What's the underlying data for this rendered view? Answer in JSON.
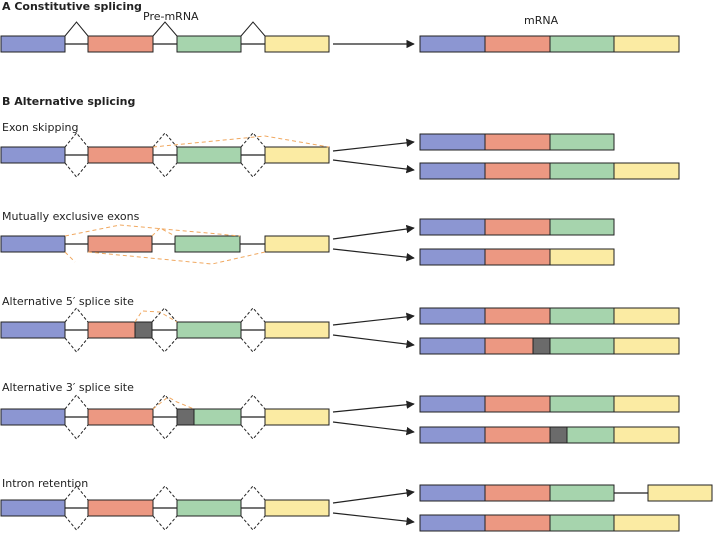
{
  "section_a": {
    "title": "A Constitutive splicing",
    "pre_mrna_label": "Pre-mRNA",
    "mrna_label": "mRNA"
  },
  "section_b": {
    "title": "B Alternative splicing",
    "rows": [
      {
        "label": "Exon skipping"
      },
      {
        "label": "Mutually exclusive exons"
      },
      {
        "label": "Alternative 5′ splice site"
      },
      {
        "label": "Alternative 3′ splice site"
      },
      {
        "label": "Intron retention"
      }
    ]
  },
  "colors": {
    "exon_blue": "#8C96D2",
    "exon_red": "#EC9882",
    "exon_green": "#A6D4AD",
    "exon_yellow": "#FBEBA3",
    "extension_gray": "#6B6B6B",
    "alt_splice_line": "#F0A860",
    "line": "#222222"
  }
}
